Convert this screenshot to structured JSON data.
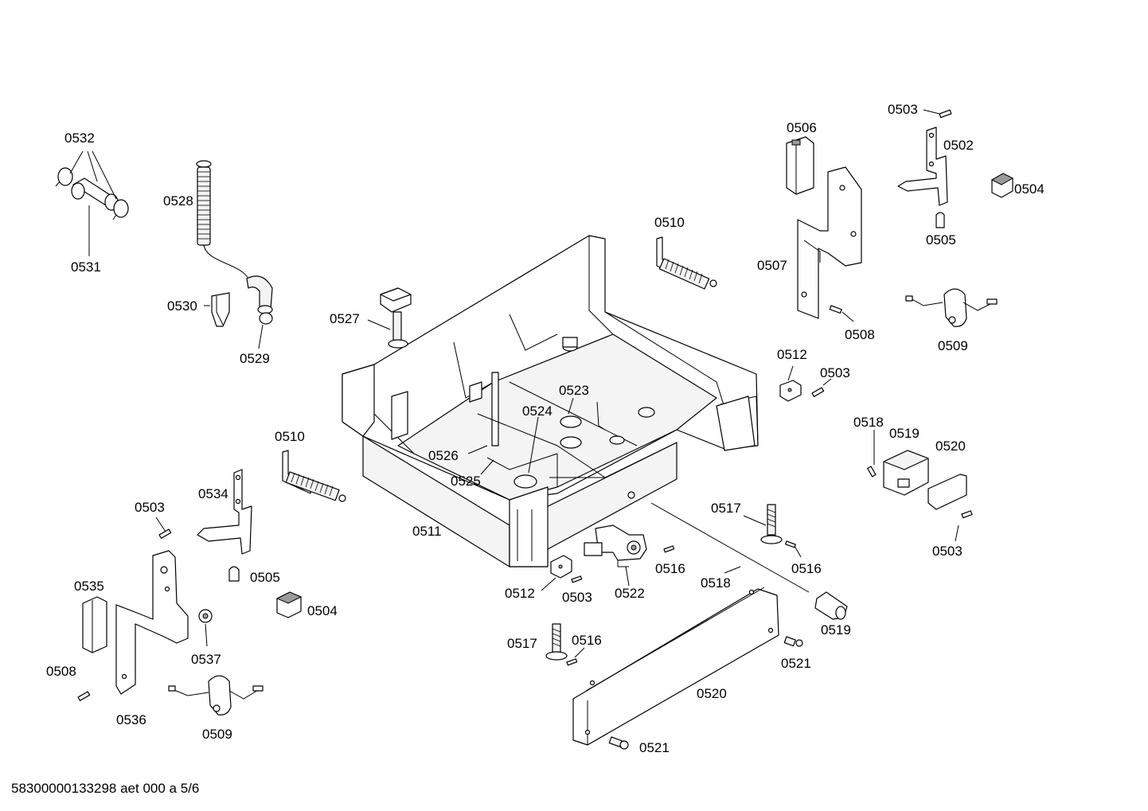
{
  "document_ref": "58300000133298 aet 000 a 5/6",
  "labels": {
    "l0532": "0532",
    "l0531": "0531",
    "l0528": "0528",
    "l0530": "0530",
    "l0529": "0529",
    "l0527": "0527",
    "l0510a": "0510",
    "l0510b": "0510",
    "l0506": "0506",
    "l0507": "0507",
    "l0508a": "0508",
    "l0508b": "0508",
    "l0503a": "0503",
    "l0503b": "0503",
    "l0503c": "0503",
    "l0503d": "0503",
    "l0503e": "0503",
    "l0502": "0502",
    "l0504a": "0504",
    "l0504b": "0504",
    "l0505a": "0505",
    "l0505b": "0505",
    "l0509a": "0509",
    "l0509b": "0509",
    "l0512a": "0512",
    "l0512b": "0512",
    "l0518a": "0518",
    "l0518b": "0518",
    "l0519a": "0519",
    "l0519b": "0519",
    "l0520a": "0520",
    "l0520b": "0520",
    "l0523": "0523",
    "l0524": "0524",
    "l0526": "0526",
    "l0525": "0525",
    "l0511": "0511",
    "l0534": "0534",
    "l0535": "0535",
    "l0536": "0536",
    "l0537": "0537",
    "l0517a": "0517",
    "l0517b": "0517",
    "l0516a": "0516",
    "l0516b": "0516",
    "l0516c": "0516",
    "l0522": "0522",
    "l0521a": "0521",
    "l0521b": "0521"
  }
}
